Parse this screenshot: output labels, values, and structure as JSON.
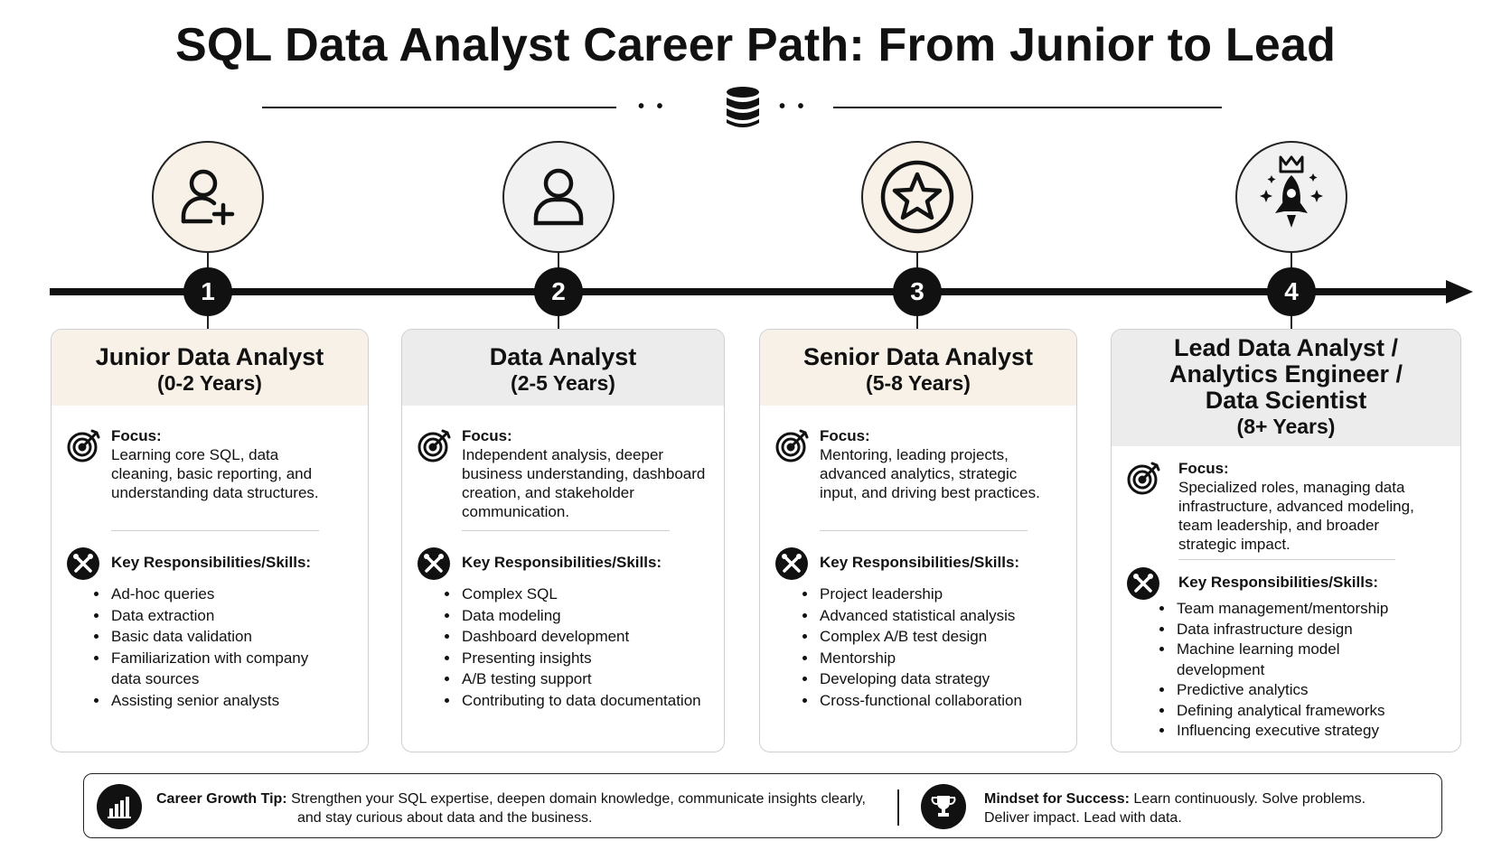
{
  "title": "SQL Data Analyst Career Path: From Junior to Lead",
  "header_icon": "database-icon",
  "stages": [
    {
      "number": "1",
      "icon": "user-plus-icon",
      "title_lines": [
        "Junior Data Analyst"
      ],
      "years": "(0-2 Years)",
      "focus_label": "Focus:",
      "focus_lines": [
        "Learning core SQL, data",
        "cleaning, basic reporting, and",
        "understanding data structures."
      ],
      "skills_label": "Key Responsibilities/Skills:",
      "skills": [
        [
          "Ad-hoc queries"
        ],
        [
          "Data extraction"
        ],
        [
          "Basic data validation"
        ],
        [
          "Familiarization with company",
          "data sources"
        ],
        [
          "Assisting senior analysts"
        ]
      ]
    },
    {
      "number": "2",
      "icon": "user-icon",
      "title_lines": [
        "Data Analyst"
      ],
      "years": "(2-5 Years)",
      "focus_label": "Focus:",
      "focus_lines": [
        "Independent analysis, deeper",
        "business understanding, dashboard",
        "creation, and stakeholder",
        "communication."
      ],
      "skills_label": "Key Responsibilities/Skills:",
      "skills": [
        [
          "Complex SQL"
        ],
        [
          "Data modeling"
        ],
        [
          "Dashboard development"
        ],
        [
          "Presenting insights"
        ],
        [
          "A/B testing support"
        ],
        [
          "Contributing to data documentation"
        ]
      ]
    },
    {
      "number": "3",
      "icon": "star-badge-icon",
      "title_lines": [
        "Senior Data Analyst"
      ],
      "years": "(5-8 Years)",
      "focus_label": "Focus:",
      "focus_lines": [
        "Mentoring, leading projects,",
        "advanced analytics, strategic",
        "input, and driving best practices."
      ],
      "skills_label": "Key Responsibilities/Skills:",
      "skills": [
        [
          "Project leadership"
        ],
        [
          "Advanced statistical analysis"
        ],
        [
          "Complex A/B test design"
        ],
        [
          "Mentorship"
        ],
        [
          "Developing data strategy"
        ],
        [
          "Cross-functional collaboration"
        ]
      ]
    },
    {
      "number": "4",
      "icon": "rocket-crown-icon",
      "title_lines": [
        "Lead Data Analyst /",
        "Analytics Engineer /",
        "Data Scientist"
      ],
      "years": "(8+ Years)",
      "focus_label": "Focus:",
      "focus_lines": [
        "Specialized roles, managing data",
        "infrastructure, advanced modeling,",
        "team leadership, and broader",
        "strategic impact."
      ],
      "skills_label": "Key Responsibilities/Skills:",
      "skills": [
        [
          "Team management/mentorship"
        ],
        [
          "Data infrastructure design"
        ],
        [
          "Machine learning model",
          "development"
        ],
        [
          "Predictive analytics"
        ],
        [
          "Defining analytical frameworks"
        ],
        [
          "Influencing executive strategy"
        ]
      ]
    }
  ],
  "footer": {
    "tip_label": "Career Growth Tip:",
    "tip_line1": "Strengthen your SQL expertise, deepen domain knowledge, communicate insights clearly,",
    "tip_line2": "and stay curious about data and the business.",
    "tip_icon": "bar-chart-icon",
    "mindset_label": "Mindset for Success:",
    "mindset_line1": "Learn continuously. Solve problems.",
    "mindset_line2": "Deliver impact. Lead with data.",
    "mindset_icon": "trophy-icon"
  }
}
